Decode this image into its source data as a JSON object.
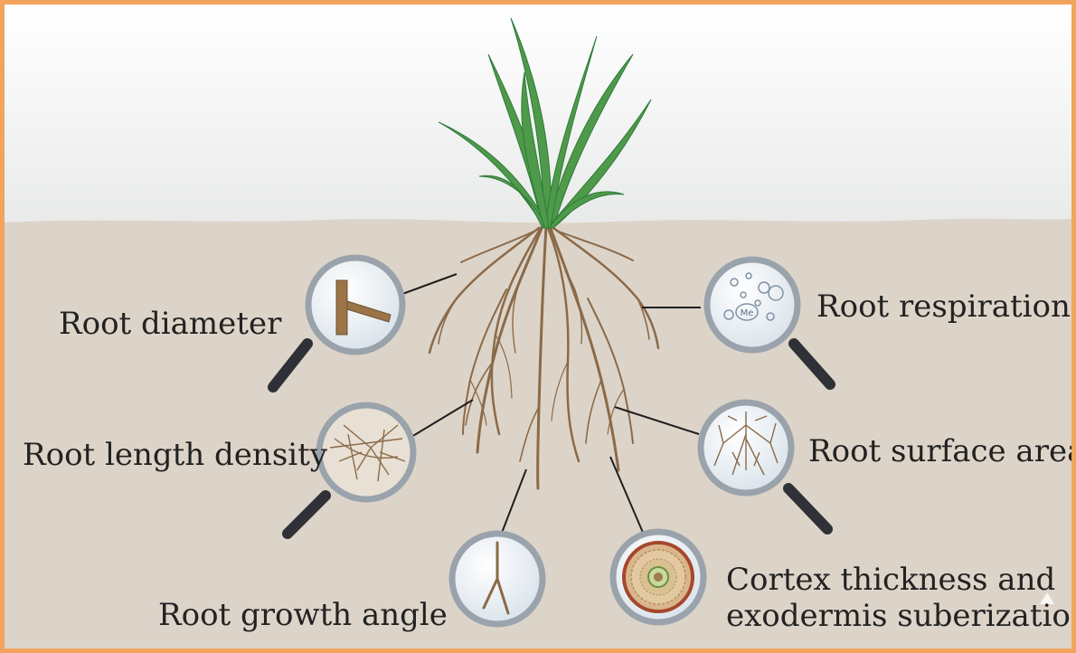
{
  "colors": {
    "border": "#f2a35e",
    "sky_top": "#ffffff",
    "sky_bottom": "#e9ebea",
    "soil": "#ddd4c9",
    "root": "#8b6a48",
    "leaf": "#4f9a4a",
    "leaf_dark": "#2f7a3a",
    "lens_rim": "#9aa3ab",
    "lens_glass": "#eef3f7",
    "handle": "#2e3236"
  },
  "labels": {
    "root_diameter": "Root diameter",
    "root_length_density": "Root length density",
    "root_growth_angle": "Root growth angle",
    "root_respiration": "Root respiration",
    "root_surface_area": "Root surface area",
    "cortex_line1": "Cortex thickness and",
    "cortex_line2": "exodermis suberization"
  },
  "respiration_molecule_text": "Me",
  "icons": {
    "root_diameter": "magnifier-root-segment-icon",
    "root_length_density": "magnifier-root-network-icon",
    "root_growth_angle": "magnifier-root-fork-icon",
    "root_respiration": "magnifier-bubbles-icon",
    "root_surface_area": "magnifier-root-hairs-icon",
    "cortex": "magnifier-cross-section-icon"
  }
}
